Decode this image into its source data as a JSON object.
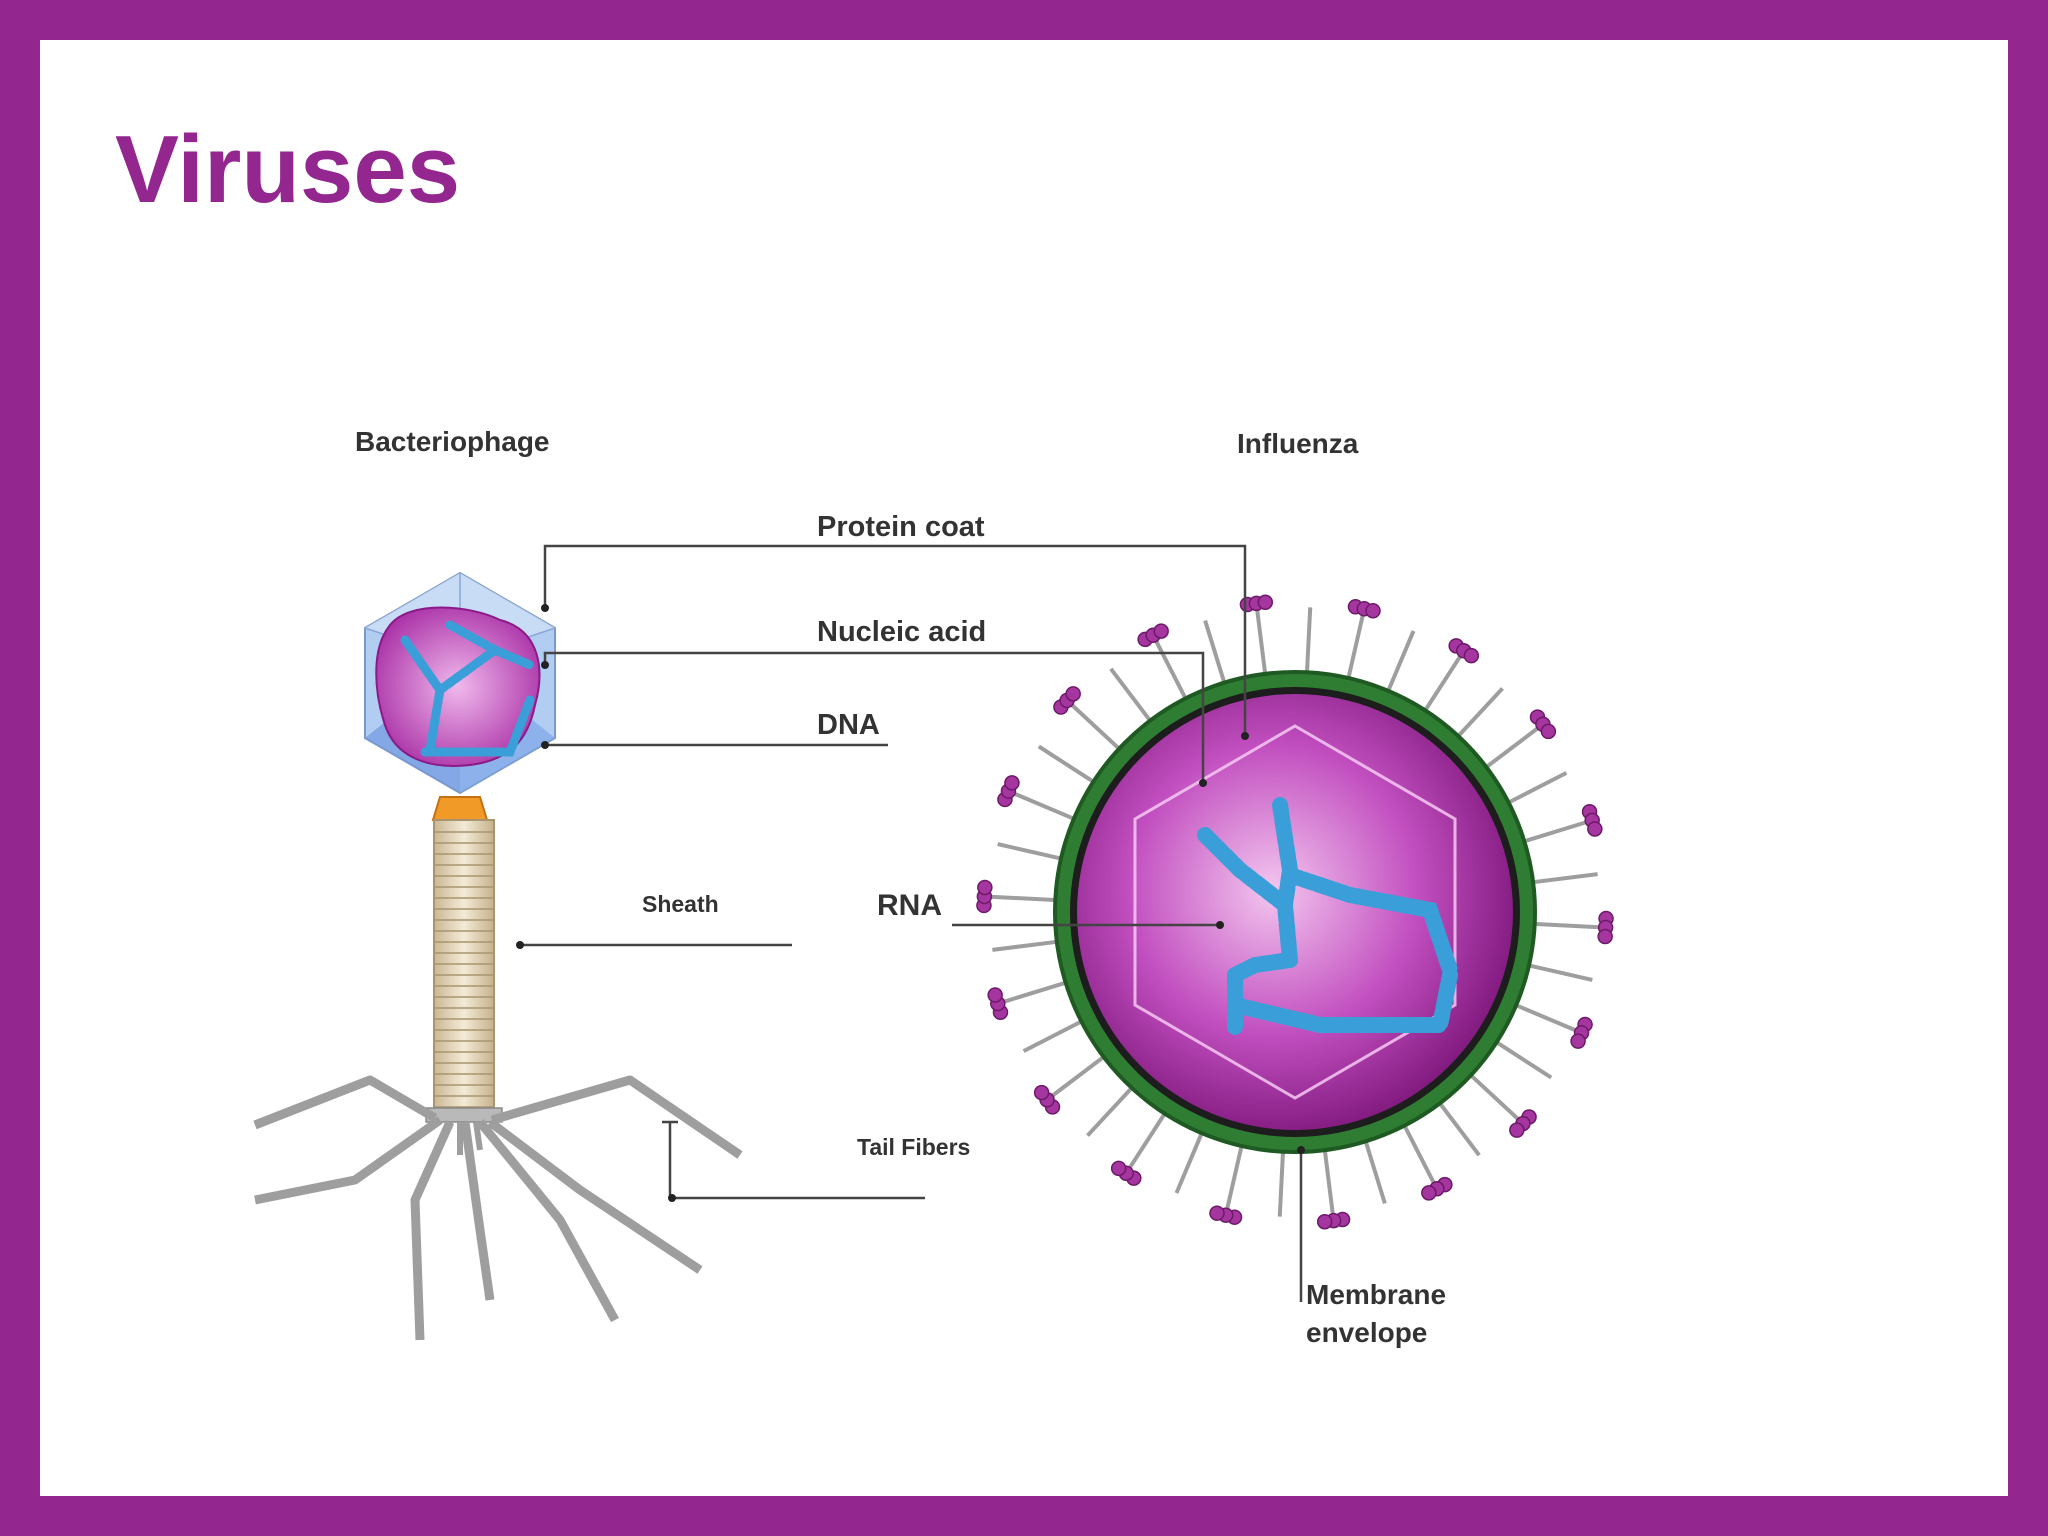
{
  "slide": {
    "title": "Viruses"
  },
  "diagram": {
    "bacteriophage": {
      "heading": "Bacteriophage",
      "labels": {
        "sheath": "Sheath",
        "tail_fibers": "Tail Fibers"
      }
    },
    "influenza": {
      "heading": "Influenza",
      "labels": {
        "rna": "RNA",
        "membrane_line1": "Membrane",
        "membrane_line2": "envelope"
      }
    },
    "shared_labels": {
      "protein_coat": "Protein coat",
      "nucleic_acid": "Nucleic acid",
      "dna": "DNA"
    }
  },
  "colors": {
    "frame": "#93268f",
    "title": "#93268f",
    "background": "#ffffff",
    "label_text": "#333333",
    "capsid_blue": "#a9c8f0",
    "genome_blue": "#3a9fd8",
    "virion_purple": "#9b1f9b",
    "envelope_green": "#2f7d32",
    "sheath_beige": "#e9dcc4",
    "fiber_gray": "#9e9e9e"
  }
}
